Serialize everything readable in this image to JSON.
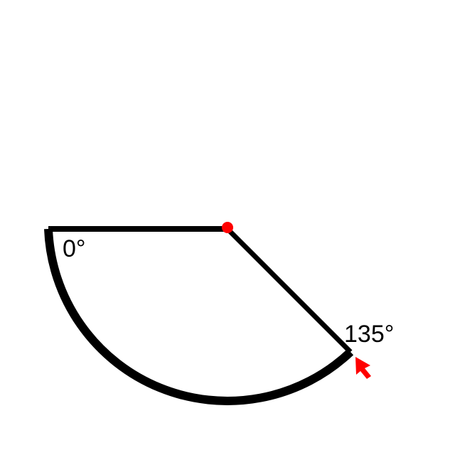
{
  "diagram": {
    "start_angle_label": "0°",
    "end_angle_label": "135°",
    "start_angle_deg": 0,
    "end_angle_deg": 135,
    "stroke_color": "#000000",
    "accent_color": "#ff0000",
    "center_marker": "center-dot",
    "pointer_icon": "cursor-arrow-icon"
  }
}
